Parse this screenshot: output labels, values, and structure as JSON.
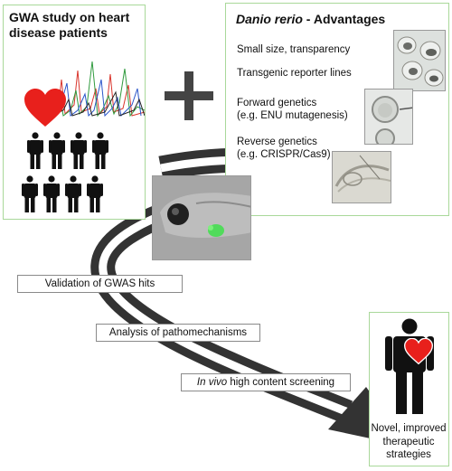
{
  "gwa_panel": {
    "title_line1": "GWA study on heart",
    "title_line2": "disease patients"
  },
  "zebrafish_panel": {
    "title_italic": "Danio rerio",
    "title_rest": " - Advantages",
    "advantages": [
      {
        "line1": "Small size, transparency",
        "line2": ""
      },
      {
        "line1": "Transgenic reporter lines",
        "line2": ""
      },
      {
        "line1": "Forward genetics",
        "line2": "(e.g. ENU mutagenesis)"
      },
      {
        "line1": "Reverse genetics",
        "line2": "(e.g. CRISPR/Cas9)"
      }
    ]
  },
  "steps": [
    {
      "italic": "",
      "text": "Validation of GWAS hits"
    },
    {
      "italic": "",
      "text": "Analysis of pathomechanisms"
    },
    {
      "italic": "In vivo",
      "text": " high content screening"
    }
  ],
  "outcome": {
    "line1": "Novel, improved",
    "line2": "therapeutic",
    "line3": "strategies"
  },
  "colors": {
    "panel_border": "#a9d89a",
    "heart_red": "#e8201c",
    "figure_black": "#111111",
    "arrow_dark": "#333333",
    "fluorescence_green": "#3ee04a"
  },
  "icons": [
    "heart-icon",
    "person-icon",
    "plus-icon",
    "arrow-icon"
  ]
}
